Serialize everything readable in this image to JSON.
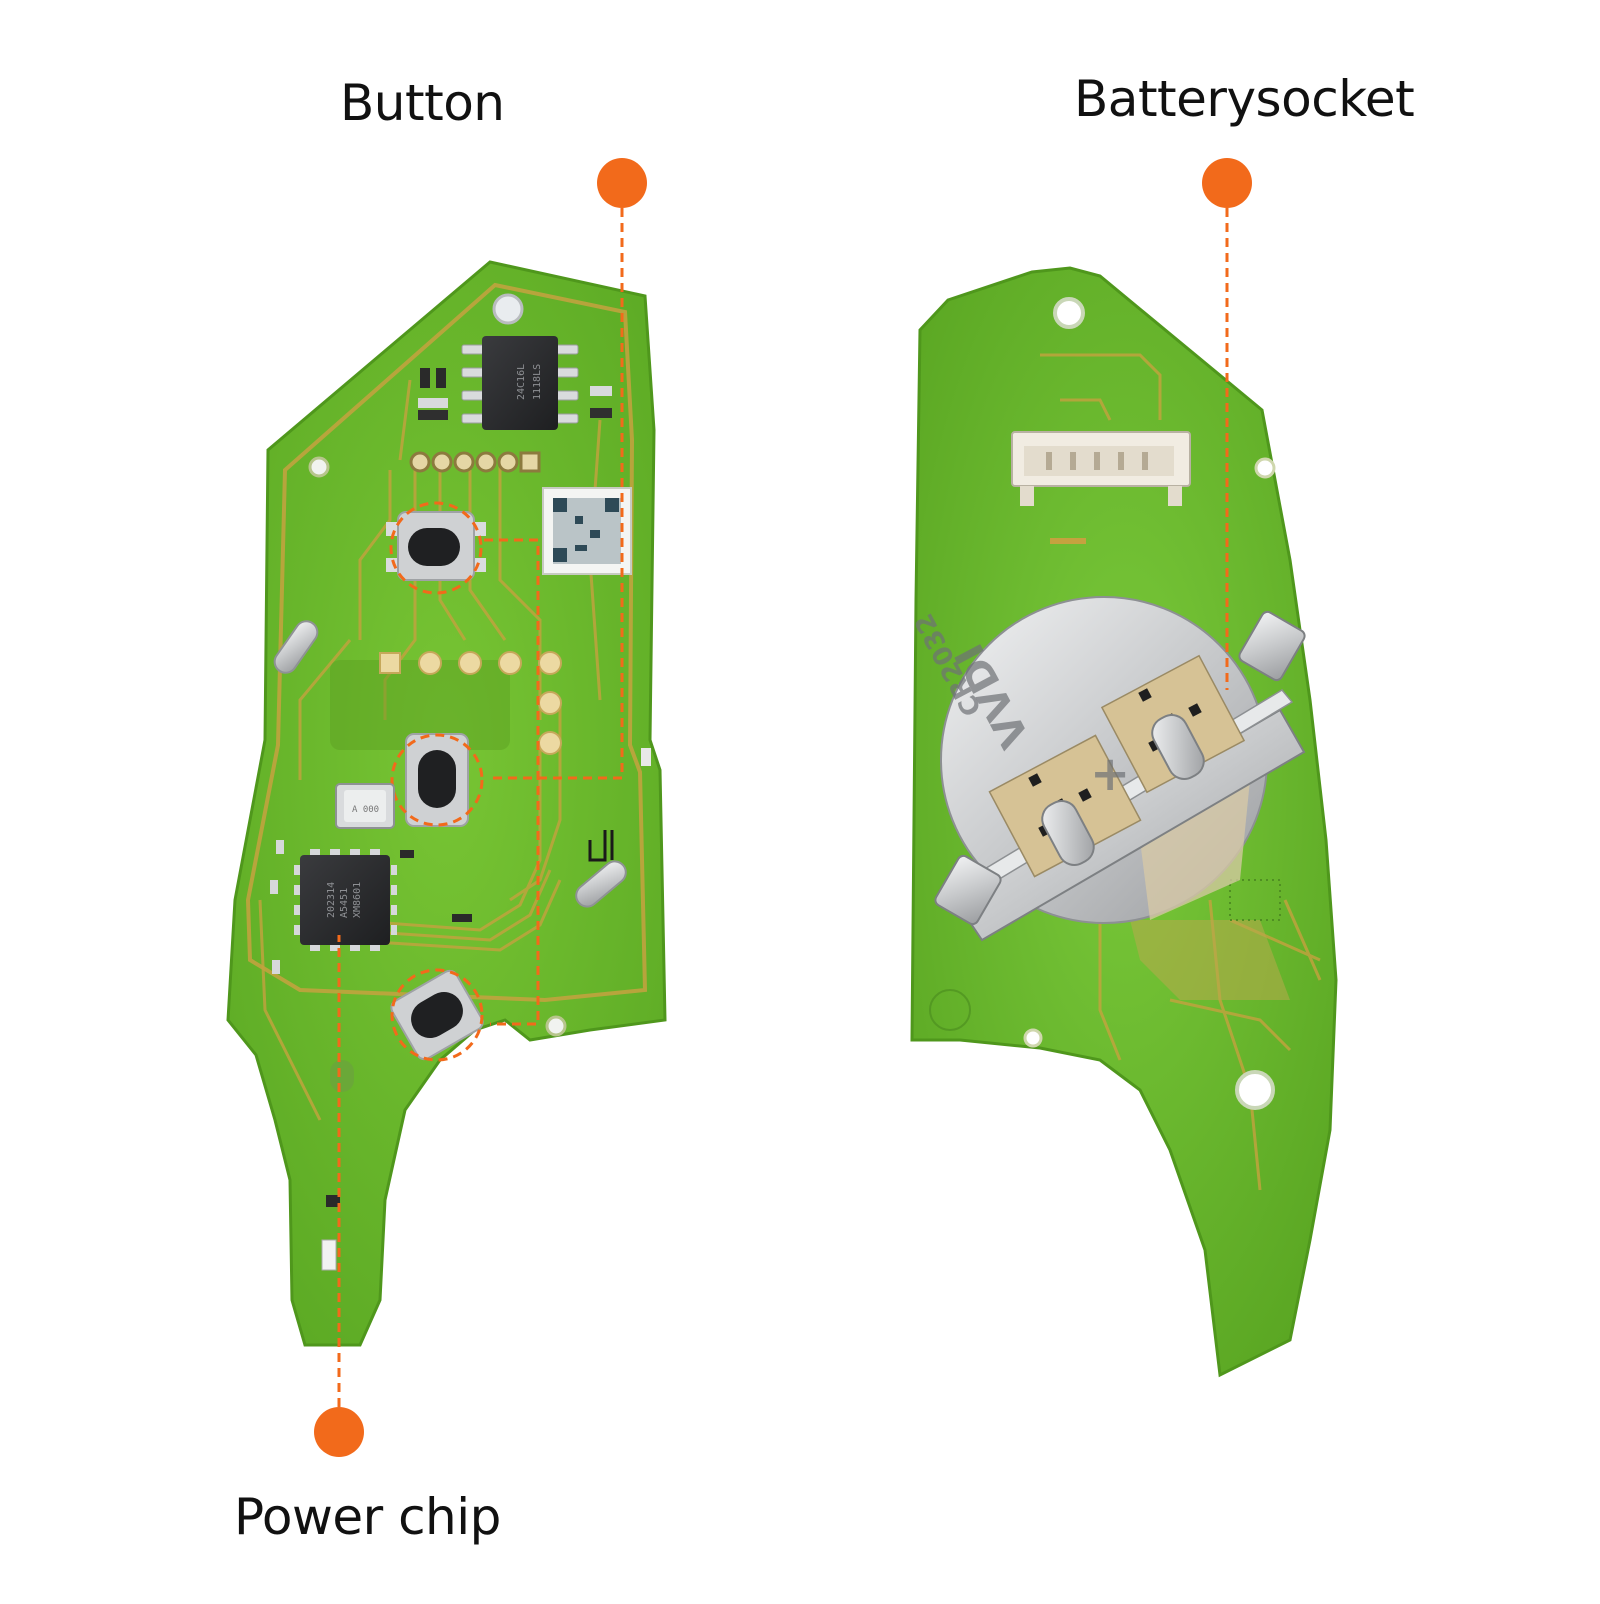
{
  "labels": {
    "button": "Button",
    "battery_socket": "Batterysocket",
    "power_chip": "Power chip"
  },
  "markings": {
    "eeprom": [
      "1118LS",
      "24C16L"
    ],
    "rf_chip": [
      "XM8601",
      "A5451",
      "202314"
    ],
    "crystal": "A 000",
    "battery_clip": [
      "VVDI",
      "CR2032",
      "+"
    ]
  },
  "colors": {
    "marker": "#f26a1b",
    "pcb": "#6fbf2e",
    "pcb_edge": "#58a322",
    "pcb_trace": "#c9a640",
    "metal": "#c9cbcd"
  }
}
